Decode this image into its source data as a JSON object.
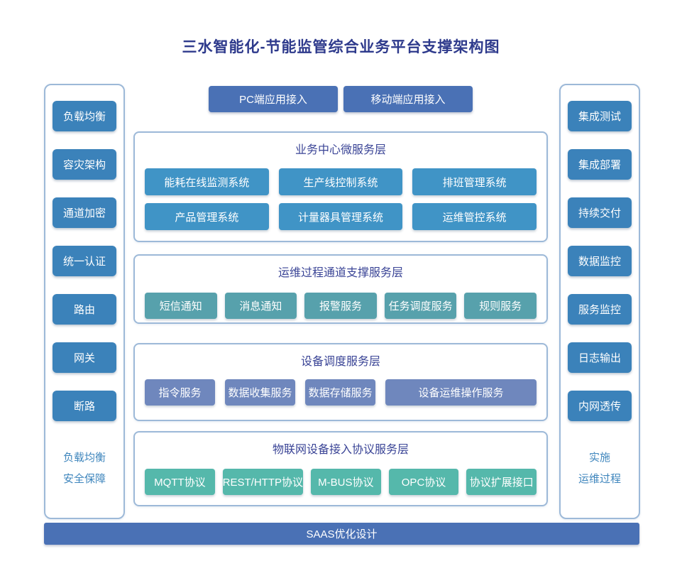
{
  "title": "三水智能化-节能监管综合业务平台支撑架构图",
  "top_buttons": [
    "PC端应用接入",
    "移动端应用接入"
  ],
  "left_sidebar": {
    "items": [
      "负载均衡",
      "容灾架构",
      "通道加密",
      "统一认证",
      "路由",
      "网关",
      "断路"
    ],
    "caption": [
      "负载均衡",
      "安全保障"
    ]
  },
  "right_sidebar": {
    "items": [
      "集成测试",
      "集成部署",
      "持续交付",
      "数据监控",
      "服务监控",
      "日志输出",
      "内网透传"
    ],
    "caption": [
      "实施",
      "运维过程"
    ]
  },
  "layers": [
    {
      "title": "业务中心微服务层",
      "rows": [
        [
          "能耗在线监测系统",
          "生产线控制系统",
          "排班管理系统"
        ],
        [
          "产品管理系统",
          "计量器具管理系统",
          "运维管控系统"
        ]
      ]
    },
    {
      "title": "运维过程通道支撑服务层",
      "rows": [
        [
          "短信通知",
          "消息通知",
          "报警服务",
          "任务调度服务",
          "规则服务"
        ]
      ]
    },
    {
      "title": "设备调度服务层",
      "rows": [
        [
          "指令服务",
          "数据收集服务",
          "数据存储服务",
          "设备运维操作服务"
        ]
      ]
    },
    {
      "title": "物联网设备接入协议服务层",
      "rows": [
        [
          "MQTT协议",
          "REST/HTTP协议",
          "M-BUS协议",
          "OPC协议",
          "协议扩展接口"
        ]
      ]
    }
  ],
  "bottom_bar": {
    "label": "SAAS优化设计"
  },
  "colors": {
    "title_text": "#2e3a8c",
    "layer_title_text": "#3a4496",
    "sidebar_box": "#3b82ba",
    "accent_bar": "#4a71b5",
    "business_box": "#4094c6",
    "channel_box": "#57a1ac",
    "device_box": "#6f87bd",
    "iot_box": "#55b8ab",
    "panel_border": "#9db9d8",
    "caption_text": "#3f86bd"
  }
}
